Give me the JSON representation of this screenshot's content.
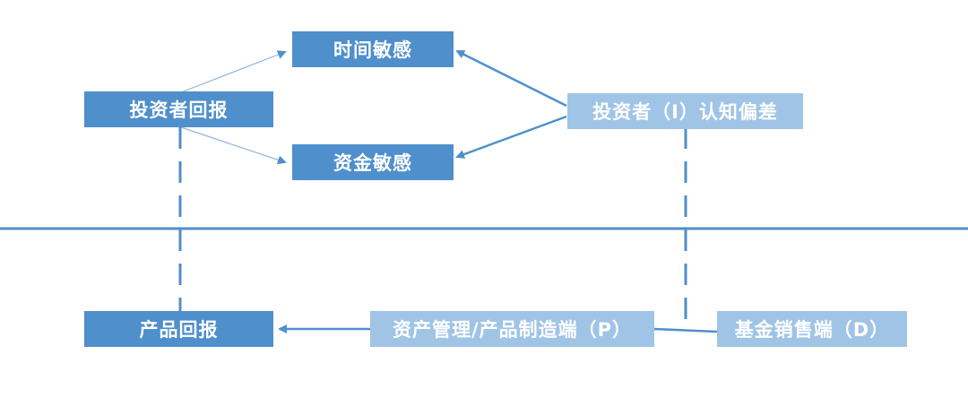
{
  "nodes": {
    "investor_return": "投资者回报",
    "time_sensitive": "时间敏感",
    "capital_sensitive": "资金敏感",
    "investor_cognitive_bias": "投资者（I）认知偏差",
    "product_return": "产品回报",
    "asset_management": "资产管理/产品制造端（P）",
    "fund_sales": "基金销售端（D）"
  },
  "colors": {
    "dark_box": "#4f8fcb",
    "light_box": "#9fc4e6",
    "divider": "#4f8fcb",
    "arrow": "#4f8fcb"
  }
}
